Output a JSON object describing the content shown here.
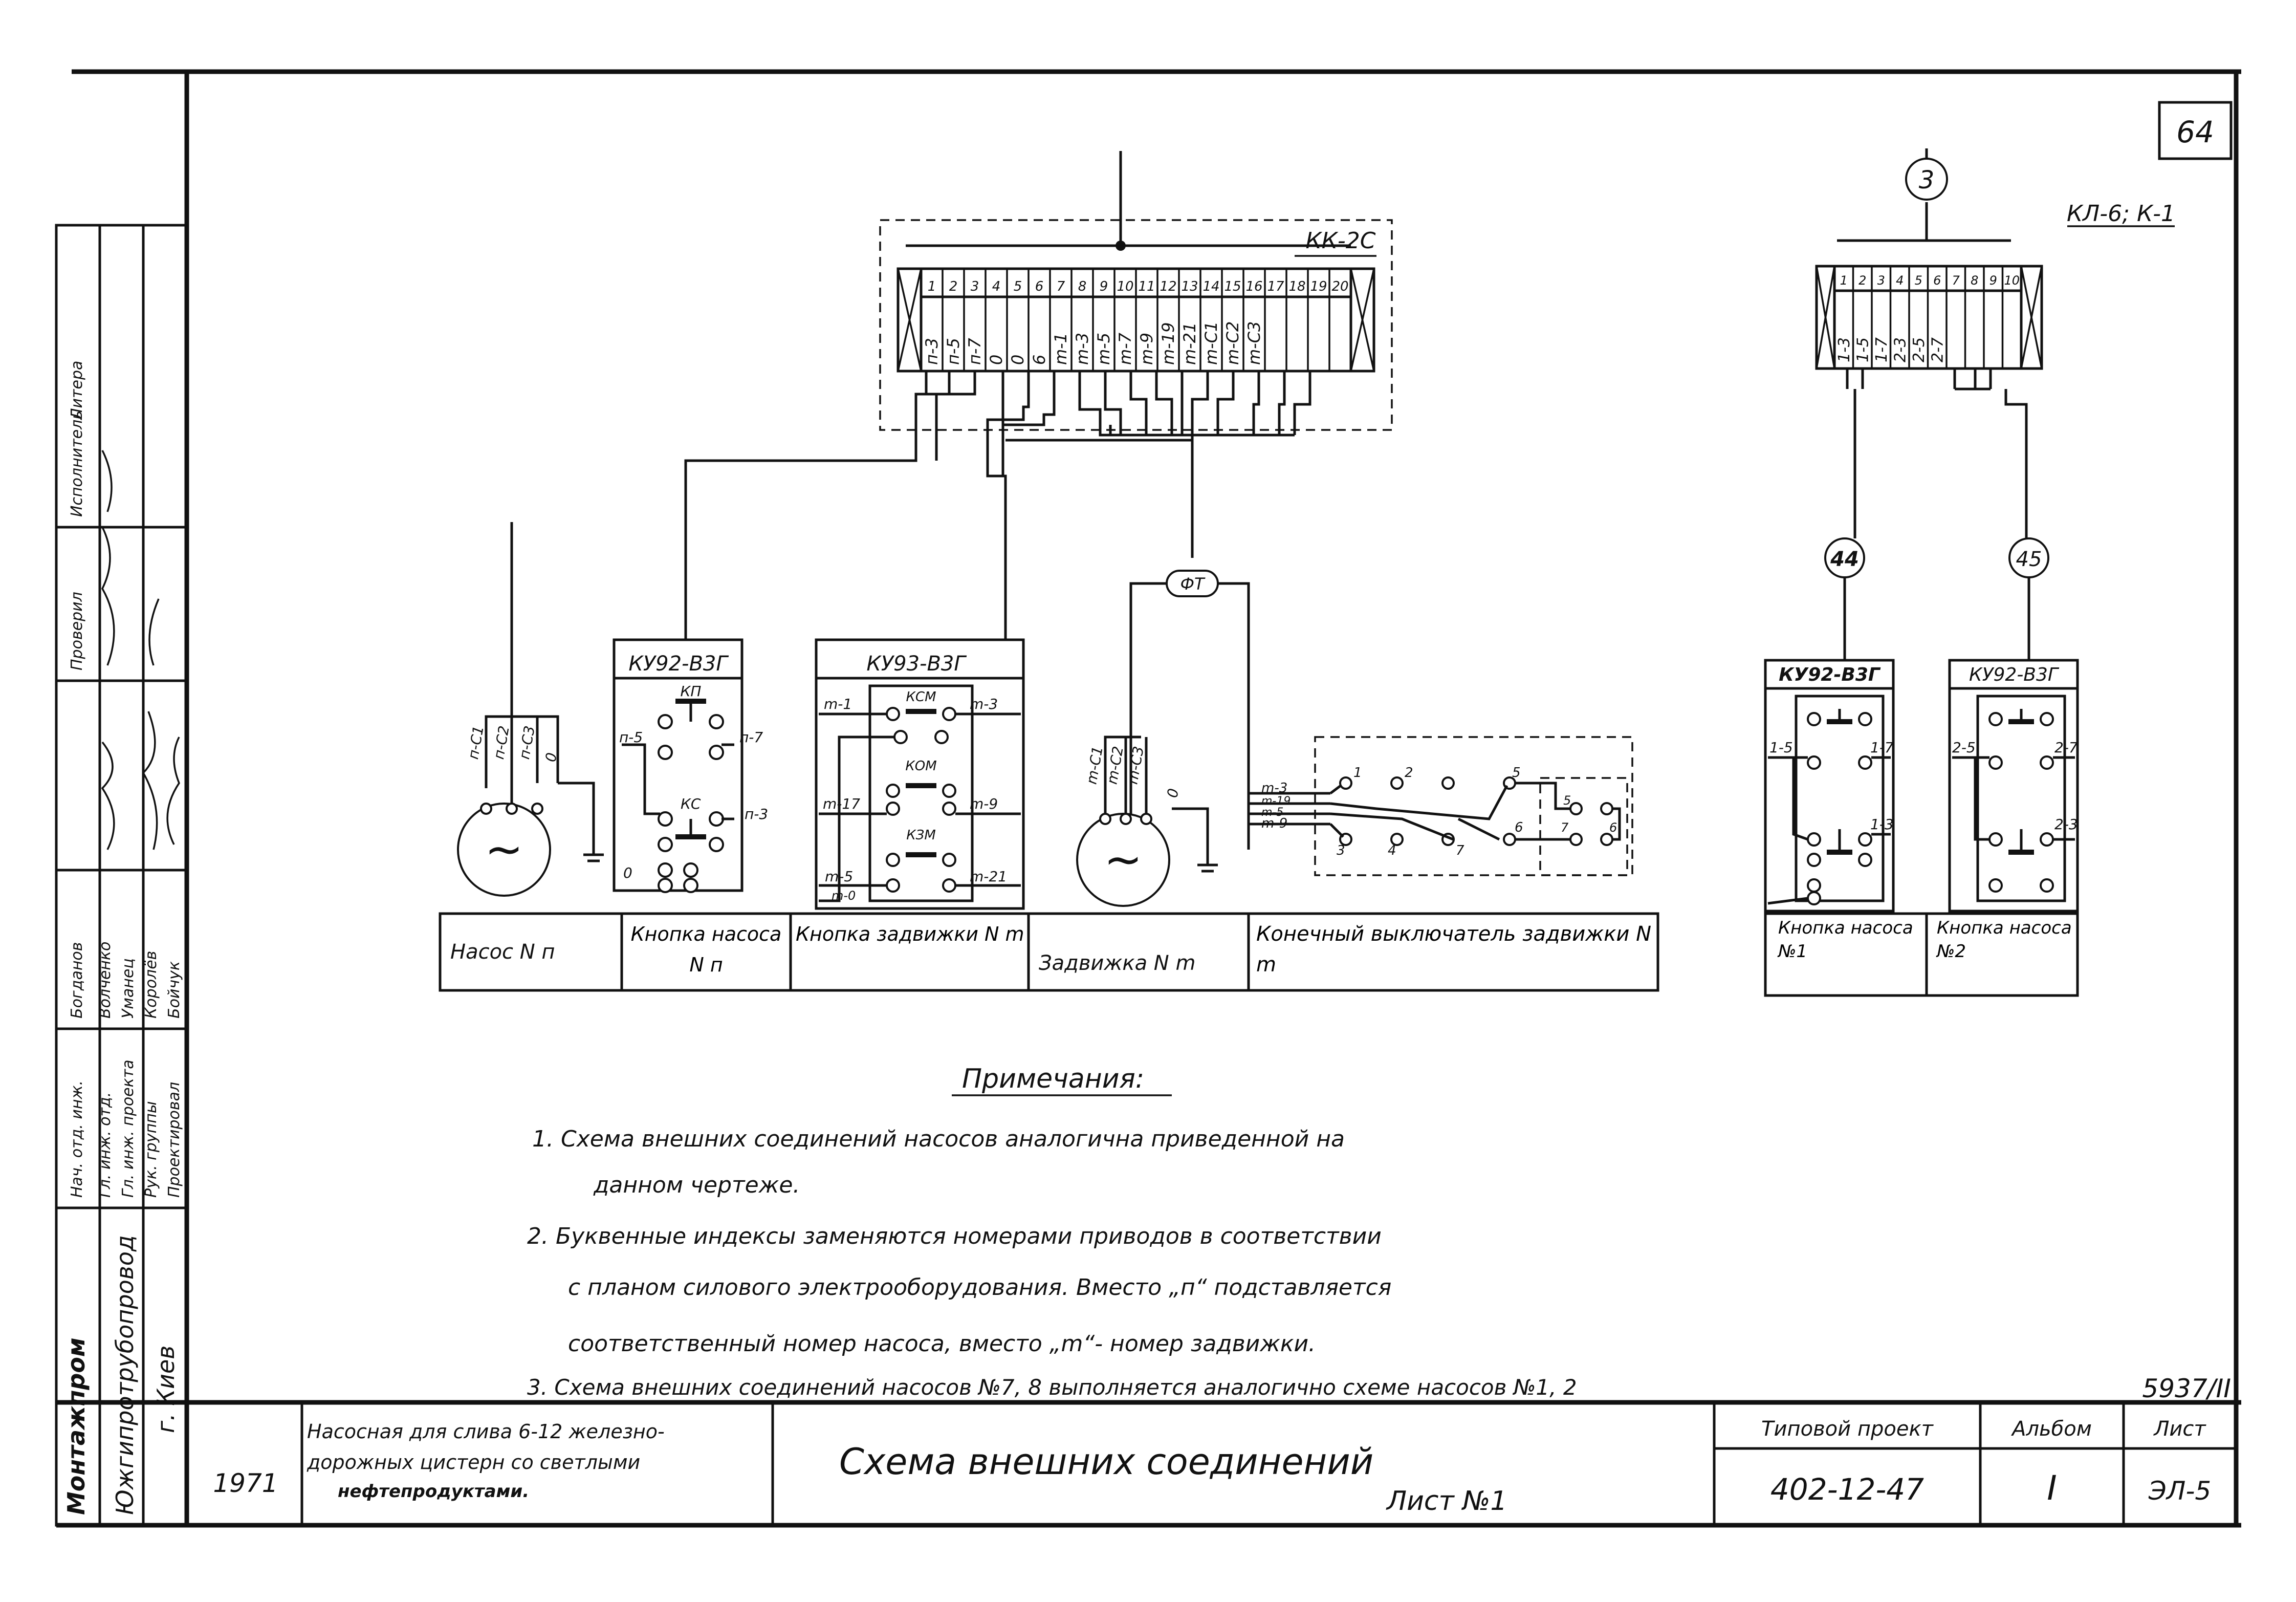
{
  "sheet_number": "64",
  "bubbles": {
    "b3": "3",
    "b44": "44",
    "b45": "45",
    "ft": "ФТ"
  },
  "left_panel": {
    "title": "КК-2С",
    "terminal_numbers": [
      "1",
      "2",
      "3",
      "4",
      "5",
      "6",
      "7",
      "8",
      "9",
      "10",
      "11",
      "12",
      "13",
      "14",
      "15",
      "16",
      "17",
      "18",
      "19",
      "20"
    ],
    "terminal_labels": [
      "п-3",
      "п-5",
      "п-7",
      "0",
      "0",
      "6",
      "m-1",
      "m-3",
      "m-5",
      "m-7",
      "m-9",
      "m-19",
      "m-21",
      "m-C1",
      "m-C2",
      "m-C3"
    ]
  },
  "right_panel": {
    "title": "КЛ-6; К-1",
    "terminal_numbers": [
      "1",
      "2",
      "3",
      "4",
      "5",
      "6",
      "7",
      "8",
      "9",
      "10"
    ],
    "terminal_labels": [
      "1-3",
      "1-5",
      "1-7",
      "2-3",
      "2-5",
      "2-7"
    ]
  },
  "motor_pump": {
    "wires": [
      "п-C1",
      "п-C2",
      "п-C3",
      "0"
    ]
  },
  "button_pump": {
    "model": "КУ92-В3Г",
    "top_button": "КП",
    "bottom_button": "КС",
    "left_top": "п-5",
    "right_top": "п-7",
    "right_mid": "п-3",
    "left_bottom": "0"
  },
  "button_valve": {
    "model": "КУ93-В3Г",
    "buttons": [
      "КОМ",
      "КЗМ",
      "КСМ"
    ],
    "left": [
      "m-1",
      "m-17",
      "m-5"
    ],
    "right": [
      "m-3",
      "m-9",
      "m-21"
    ],
    "left_extra": "m-0"
  },
  "motor_valve": {
    "wires": [
      "m-C1",
      "m-C2",
      "m-C3",
      "0"
    ]
  },
  "limit_switch": {
    "wires": [
      "m-3",
      "m-19",
      "m-5",
      "m-9"
    ],
    "contacts": [
      "1",
      "2",
      "3",
      "4",
      "5",
      "6",
      "7",
      "5",
      "6",
      "7"
    ]
  },
  "button_pump1": {
    "model": "КУ92-В3Г",
    "left": "1-5",
    "right_top": "1-7",
    "right_bottom": "1-3"
  },
  "button_pump2": {
    "model": "КУ92-В3Г",
    "left": "2-5",
    "right_top": "2-7",
    "right_bottom": "2-3"
  },
  "captions": [
    "Насос N п",
    "Кнопка насоса N п",
    "Кнопка задвижки N m",
    "Задвижка N m",
    "Конечный выключатель задвижки N m",
    "Кнопка насоса №1",
    "Кнопка насоса №2"
  ],
  "notes": {
    "heading": "Примечания:",
    "lines": [
      "1. Схема внешних соединений насосов аналогична приведенной на",
      "данном чертеже.",
      "2. Буквенные индексы заменяются номерами приводов в соответствии",
      "с планом силового электрооборудования. Вместо „п“ подставляется",
      "соответственный номер насоса, вместо „m“- номер задвижки.",
      "3. Схема внешних соединений насосов №7, 8 выполняется аналогично схеме насосов №1, 2"
    ]
  },
  "side_stamp": {
    "org_lines": [
      "Монтажпром",
      "Южгипротрубопровод",
      "г. Киев"
    ],
    "roles": [
      "Нач. отд. инж.",
      "Гл. инж. отд.",
      "Гл. инж. проекта",
      "Рук. группы",
      "Проектировал"
    ],
    "names": [
      "Богданов",
      "Волченко",
      "Уманец",
      "Королёв",
      "Бойчук"
    ],
    "extra": [
      "Проверил",
      "Исполнитель",
      "Литера"
    ]
  },
  "title_block": {
    "year": "1971",
    "object_name": [
      "Насосная для слива 6-12 железно-",
      "дорожных цистерн со светлыми",
      "нефтепродуктами."
    ],
    "drawing_title": "Схема внешних соединений",
    "sheet_label": "Лист №1",
    "project_label": "Типовой проект",
    "project_number": "402-12-47",
    "album_label": "Альбом",
    "album": "I",
    "list_label": "Лист",
    "list_number": "ЭЛ-5",
    "doc_number": "5937/II"
  }
}
